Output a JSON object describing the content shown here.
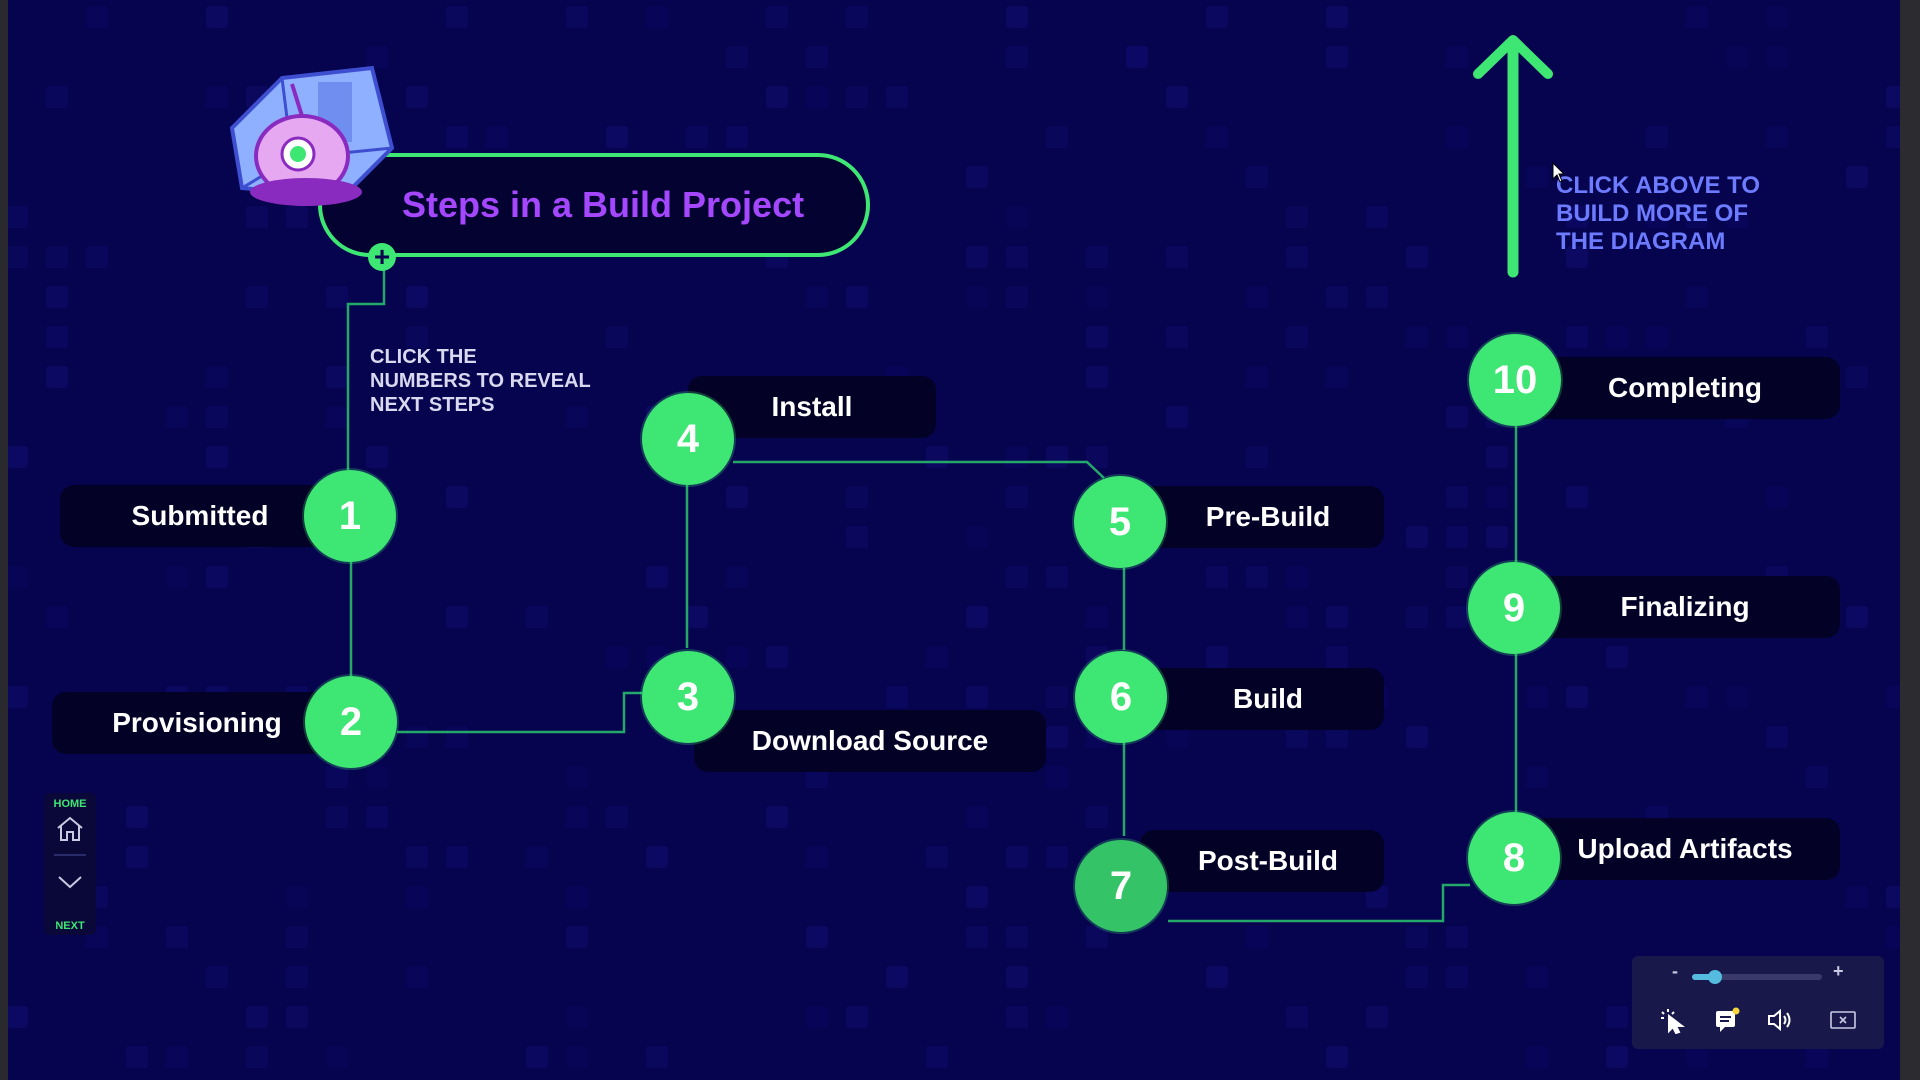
{
  "title": "Steps in a Build Project",
  "hint_numbers": "CLICK THE\nNUMBERS TO REVEAL\nNEXT STEPS",
  "hint_arrow": "CLICK ABOVE TO\nBUILD MORE OF\nTHE DIAGRAM",
  "steps": [
    {
      "number": "1",
      "label": "Submitted"
    },
    {
      "number": "2",
      "label": "Provisioning"
    },
    {
      "number": "3",
      "label": "Download Source"
    },
    {
      "number": "4",
      "label": "Install"
    },
    {
      "number": "5",
      "label": "Pre-Build"
    },
    {
      "number": "6",
      "label": "Build"
    },
    {
      "number": "7",
      "label": "Post-Build"
    },
    {
      "number": "8",
      "label": "Upload Artifacts"
    },
    {
      "number": "9",
      "label": "Finalizing"
    },
    {
      "number": "10",
      "label": "Completing"
    }
  ],
  "nav": {
    "home_label": "HOME",
    "next_label": "NEXT",
    "home_icon": "home-icon",
    "next_icon": "chevron-down-icon"
  },
  "controls": {
    "zoom_minus": "-",
    "zoom_plus": "+",
    "zoom_level": 0.18,
    "icons": [
      "pointer-icon",
      "notes-icon",
      "speaker-icon",
      "close-icon"
    ]
  },
  "colors": {
    "background": "#06034f",
    "accent": "#3ee674",
    "title": "#a447ff",
    "hint": "#6d7cff",
    "label_bg": "#030226"
  }
}
